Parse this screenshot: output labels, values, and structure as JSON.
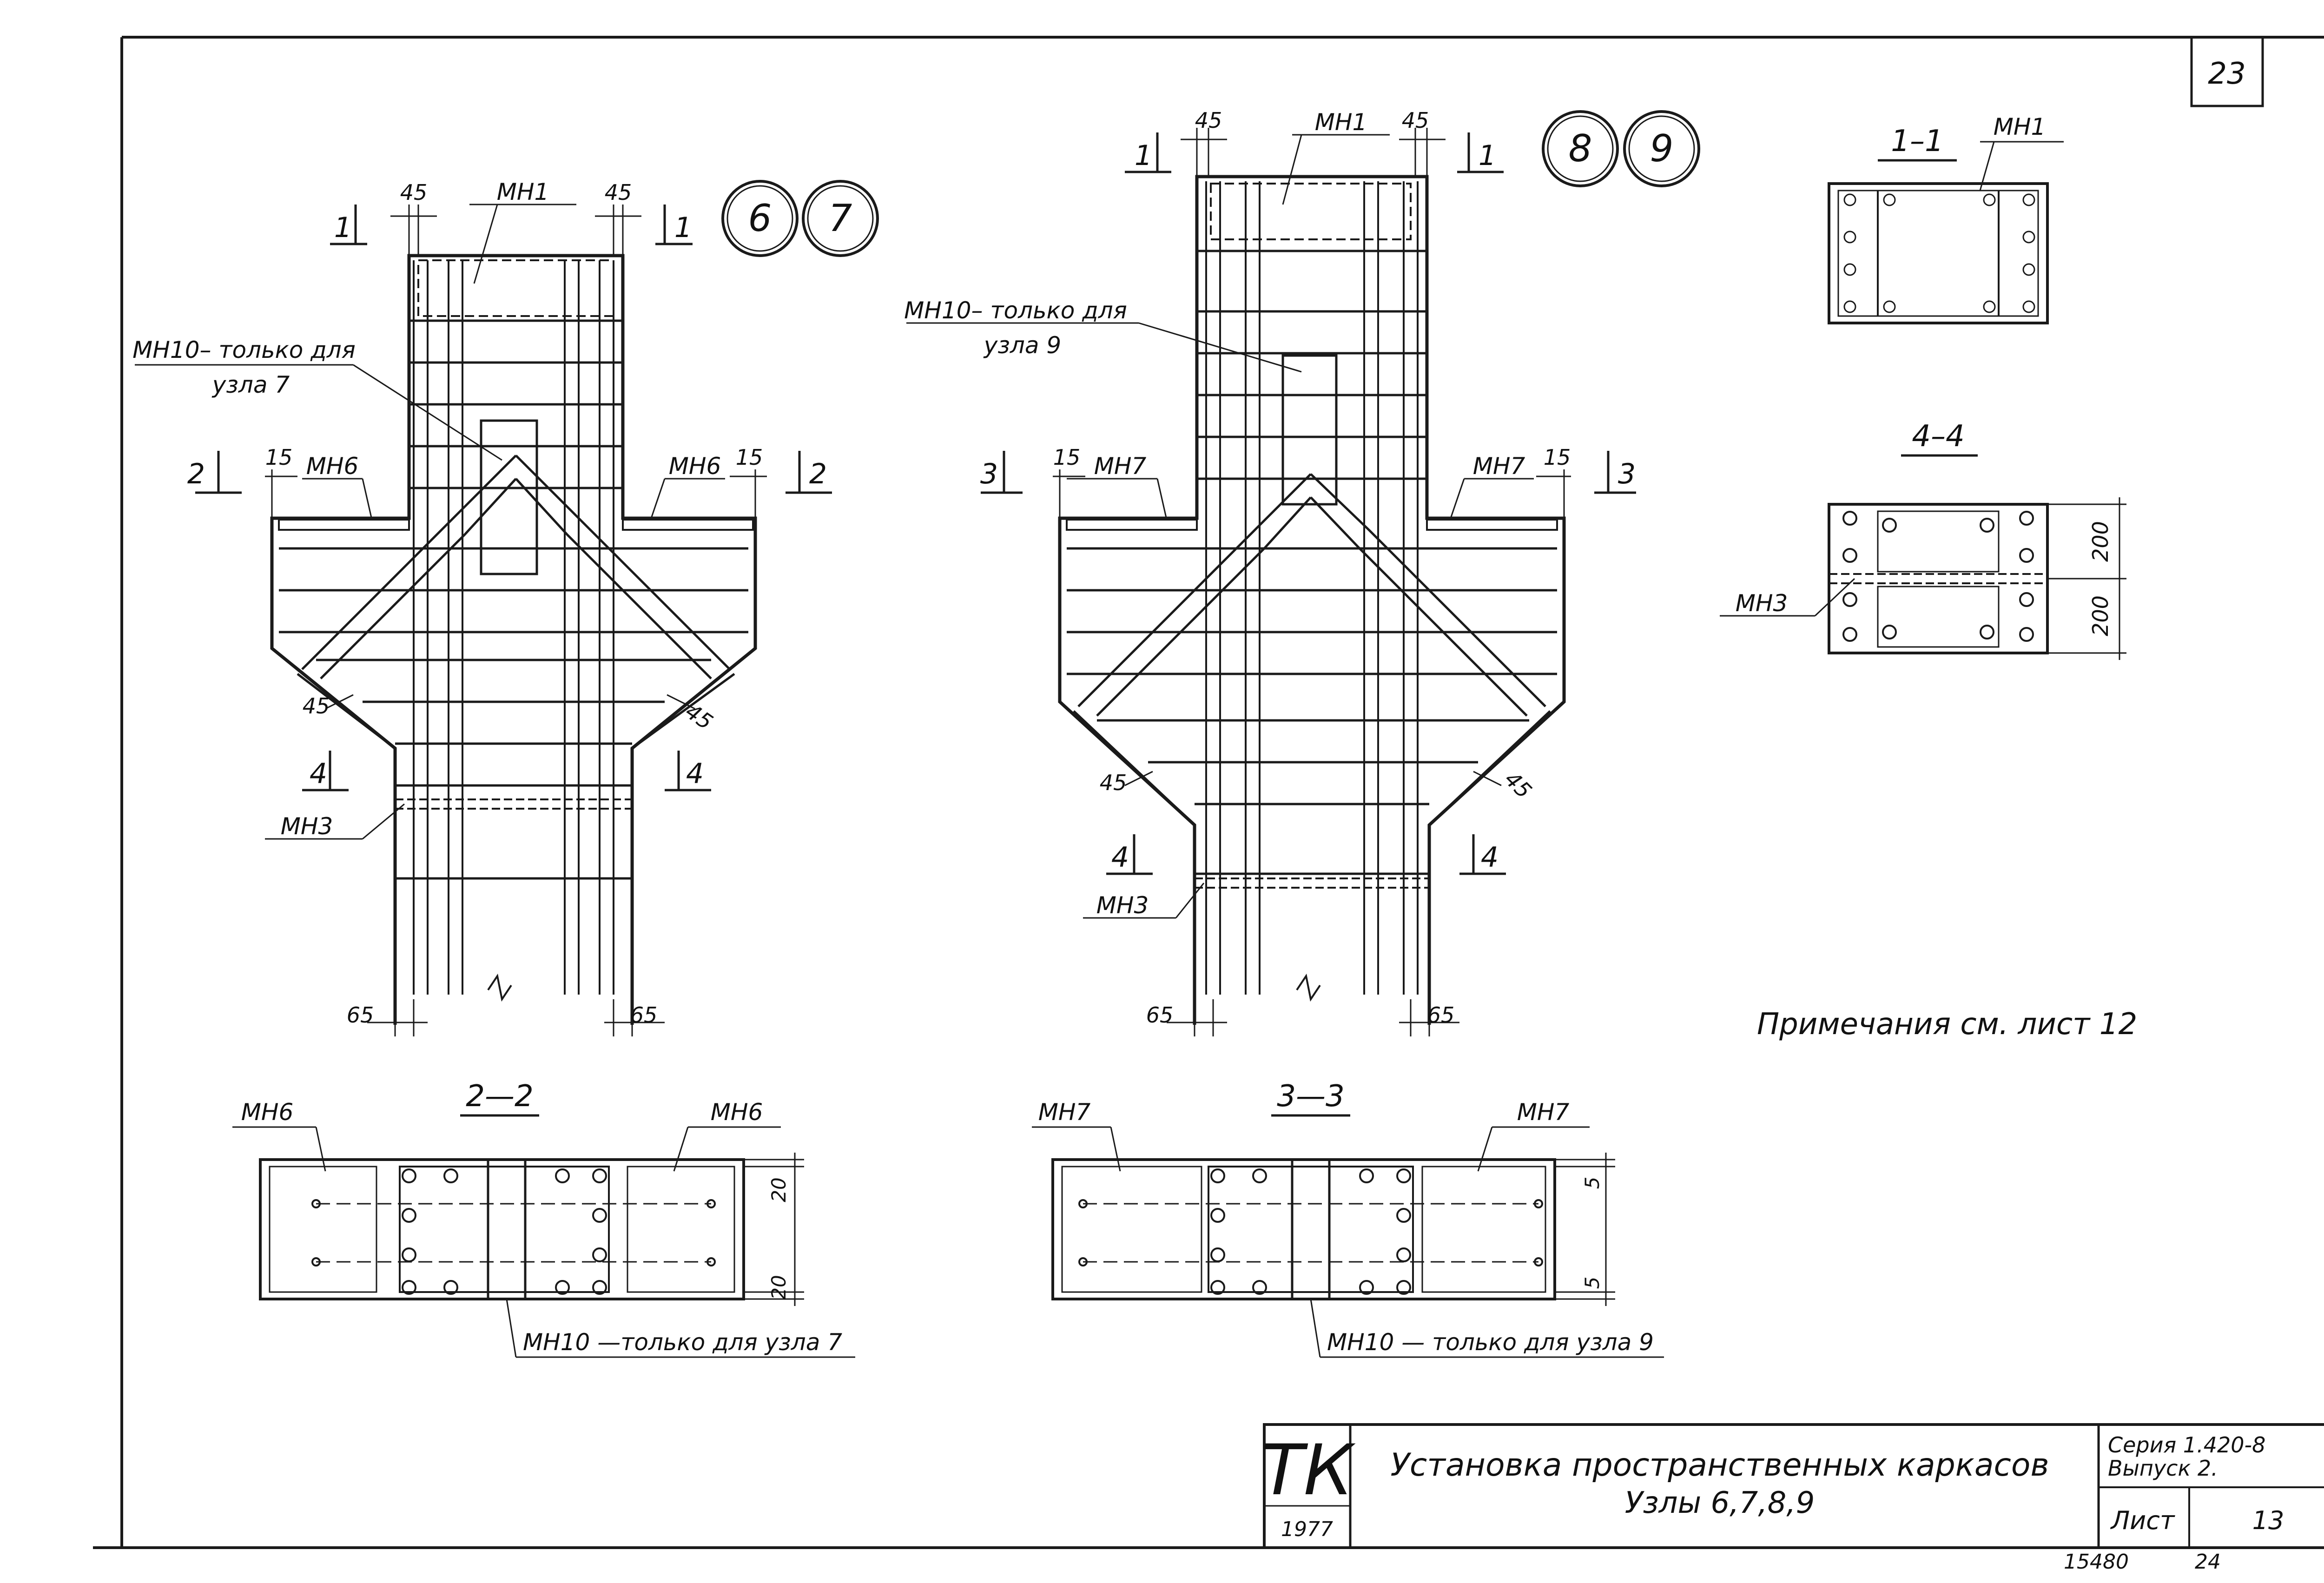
{
  "sheet": {
    "page_number": "23",
    "bottom_left_code": "15480",
    "bottom_right_code": "24"
  },
  "nodes": {
    "left_pair": [
      "6",
      "7"
    ],
    "right_pair": [
      "8",
      "9"
    ]
  },
  "left_node": {
    "top_plate": "МН1",
    "side_plate_left": "МН6",
    "side_plate_right": "МН6",
    "mh10_note": "МН10– только для",
    "mh10_note_2": "узла 7",
    "mh3_label": "МН3",
    "dim_45_left": "45",
    "dim_45_right": "45",
    "dim_15_left": "15",
    "dim_15_right": "15",
    "dim_45_diag_left": "45",
    "dim_45_diag_right": "45",
    "dim_65_left": "65",
    "dim_65_right": "65",
    "cut_1_left": "1",
    "cut_1_right": "1",
    "cut_2_left": "2",
    "cut_2_right": "2",
    "cut_4_left": "4",
    "cut_4_right": "4"
  },
  "right_node": {
    "top_plate": "МН1",
    "side_plate_left": "МН7",
    "side_plate_right": "МН7",
    "mh10_note": "МН10– только для",
    "mh10_note_2": "узла 9",
    "mh3_label": "МН3",
    "dim_45_left": "45",
    "dim_45_right": "45",
    "dim_15_left": "15",
    "dim_15_right": "15",
    "dim_45_diag_left": "45",
    "dim_45_diag_right": "45",
    "dim_65_left": "65",
    "dim_65_right": "65",
    "cut_1_left": "1",
    "cut_1_right": "1",
    "cut_3_left": "3",
    "cut_3_right": "3",
    "cut_4_left": "4",
    "cut_4_right": "4"
  },
  "section_1_1": {
    "title": "1–1",
    "label": "МН1"
  },
  "section_4_4": {
    "title": "4–4",
    "label": "МН3",
    "dim_top": "200",
    "dim_bottom": "200"
  },
  "section_2_2": {
    "title": "2—2",
    "label_left": "МН6",
    "label_right": "МН6",
    "dim_top": "20",
    "dim_bottom": "20",
    "note": "МН10 —только для узла 7"
  },
  "section_3_3": {
    "title": "3—3",
    "label_left": "МН7",
    "label_right": "МН7",
    "dim_top": "5",
    "dim_bottom": "5",
    "note": "МН10 — только для узла 9"
  },
  "note": "Примечания  см. лист 12",
  "title_block": {
    "logo": "ТК",
    "year": "1977",
    "title_line1": "Установка пространственных каркасов",
    "title_line2": "Узлы 6,7,8,9",
    "series": "Серия 1.420-8",
    "issue": "Выпуск 2.",
    "sheet_label": "Лист",
    "sheet_number": "13"
  }
}
